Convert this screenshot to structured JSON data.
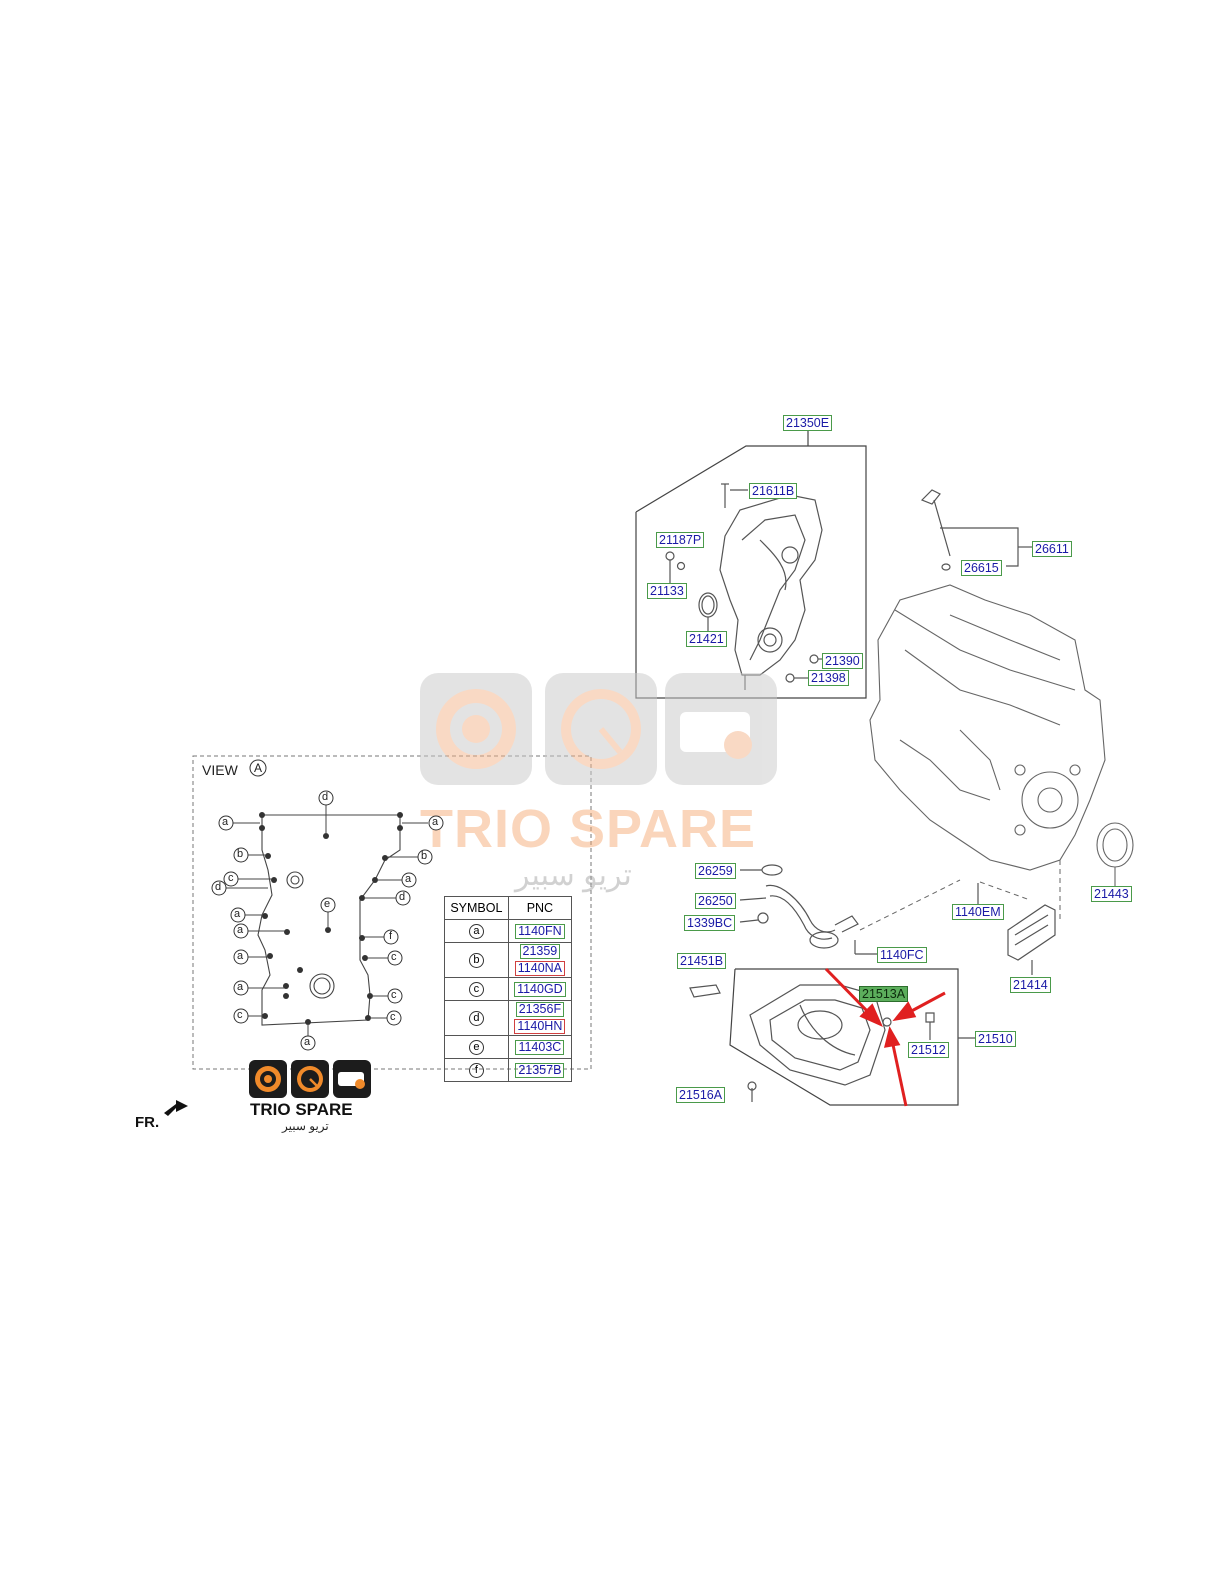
{
  "view_title": "VIEW",
  "view_marker": "A",
  "front_label": "FR.",
  "watermark": {
    "brand": "TRIO SPARE",
    "arabic": "تريو سبير"
  },
  "logo": {
    "brand": "TRIO SPARE",
    "arabic": "تريو سبير"
  },
  "table": {
    "header_symbol": "SYMBOL",
    "header_pnc": "PNC",
    "rows": [
      {
        "symbol": "a",
        "pnc": [
          "1140FN"
        ]
      },
      {
        "symbol": "b",
        "pnc": [
          "21359",
          "1140NA"
        ]
      },
      {
        "symbol": "c",
        "pnc": [
          "1140GD"
        ]
      },
      {
        "symbol": "d",
        "pnc": [
          "21356F",
          "1140HN"
        ]
      },
      {
        "symbol": "e",
        "pnc": [
          "11403C"
        ]
      },
      {
        "symbol": "f",
        "pnc": [
          "21357B"
        ]
      }
    ]
  },
  "callouts": {
    "c21350E": "21350E",
    "c21611B": "21611B",
    "c21187P": "21187P",
    "c21133": "21133",
    "c21421": "21421",
    "c21390": "21390",
    "c21398": "21398",
    "c26611": "26611",
    "c26615": "26615",
    "c21443": "21443",
    "c26259": "26259",
    "c26250": "26250",
    "c1339BC": "1339BC",
    "c1140FC": "1140FC",
    "c1140EM": "1140EM",
    "c21414": "21414",
    "c21451B": "21451B",
    "c21513A": "21513A",
    "c21512": "21512",
    "c21510": "21510",
    "c21516A": "21516A"
  },
  "gasket_symbols": {
    "a": "a",
    "b": "b",
    "c": "c",
    "d": "d",
    "e": "e",
    "f": "f"
  },
  "colors": {
    "label_text": "#1a1aa6",
    "label_border": "#4a9a4a",
    "highlight_fill": "#5cae5c",
    "arrow_red": "#e02020",
    "watermark_orange": "#f4a46a",
    "watermark_gray": "#9a9a9a"
  }
}
